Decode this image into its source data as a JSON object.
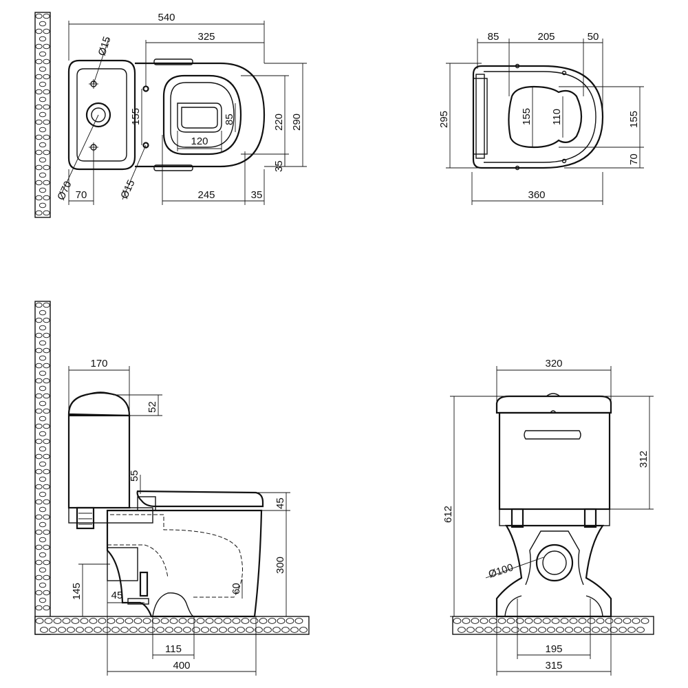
{
  "top_view": {
    "width_total": "540",
    "bowl_length": "325",
    "hole_dia_top": "Ø15",
    "hole_dia_bottom": "Ø15",
    "outlet_dia": "Ø70",
    "hole_spacing": "155",
    "tank_offset": "70",
    "bowl_front": "245",
    "rim_offset": "35",
    "rim_offset_side": "35",
    "opening_width": "120",
    "opening_depth": "85",
    "bowl_width": "220",
    "overall_width": "290"
  },
  "seat_view": {
    "hinge_offset": "85",
    "opening_span": "205",
    "front_margin": "50",
    "overall_depth": "295",
    "opening_height_left": "155",
    "opening_waist": "110",
    "opening_height_right": "155",
    "front_edge": "70",
    "overall_length": "360"
  },
  "side_view": {
    "tank_depth": "170",
    "lid_height": "52",
    "seat_step": "55",
    "seat_thickness": "45",
    "bowl_height": "300",
    "outlet_height": "145",
    "pipe_offset": "45",
    "trap_height": "60",
    "foot_width": "115",
    "overall_depth": "400"
  },
  "front_view": {
    "tank_width": "320",
    "overall_height": "612",
    "tank_height": "312",
    "outlet_dia": "Ø100",
    "bolt_spacing": "195",
    "base_width": "315"
  }
}
